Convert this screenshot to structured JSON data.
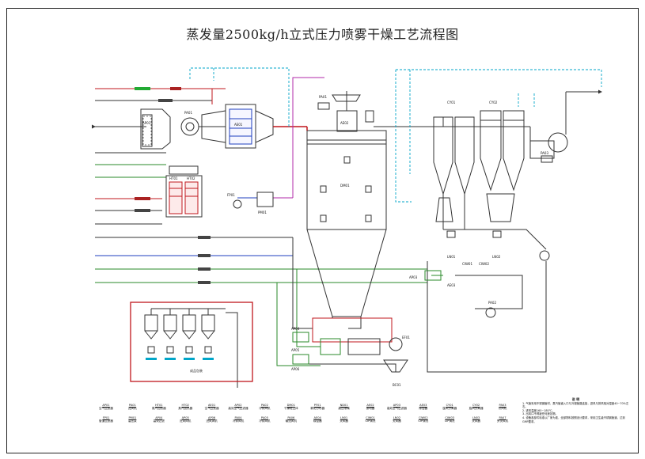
{
  "title": "蒸发量2500kg/h立式压力喷雾干燥工艺流程图",
  "packing_label": "成品包装",
  "equipment_labels": {
    "ap01": "AP01",
    "ap02": "AP02",
    "ap03": "AP03",
    "ap04": "AP04",
    "ap05": "AP05",
    "ap06": "AP06",
    "pa01": "PA01",
    "pa02": "PA02",
    "pa03": "PA03",
    "ht01": "HT01",
    "ht02": "HT02",
    "ae01": "AE01",
    "ae02": "AE02",
    "ae03": "AE03",
    "dm01": "DM01",
    "cy01": "CY01",
    "cy02": "CY02",
    "fp01": "FP01",
    "ln01": "LN01",
    "ln02": "LN02",
    "pm01": "PM01",
    "ef01": "EF01",
    "ciw01": "CIW01",
    "ciw02": "CIW02",
    "bc01": "BC01"
  },
  "legend": {
    "row1": [
      {
        "tag": "AP01",
        "name": "空气过滤器"
      },
      {
        "tag": "PA01",
        "name": "送风机"
      },
      {
        "tag": "HT01",
        "name": "蒸汽加热器"
      },
      {
        "tag": "HT02",
        "name": "蒸汽加热器"
      },
      {
        "tag": "AE01",
        "name": "空气过滤器"
      },
      {
        "tag": "AP02",
        "name": "高效空气过滤器"
      },
      {
        "tag": "PA02",
        "name": "冷却风机"
      },
      {
        "tag": "DM01",
        "name": "干燥塔主体"
      },
      {
        "tag": "PF01",
        "name": "雾化分布器"
      },
      {
        "tag": "ND01",
        "name": "高压喷嘴"
      },
      {
        "tag": "AE02",
        "name": "振动器"
      },
      {
        "tag": "AP03",
        "name": "高效空气过滤器"
      },
      {
        "tag": "AE03",
        "name": "除湿器"
      },
      {
        "tag": "CY01",
        "name": "旋风分离器"
      },
      {
        "tag": "CY02",
        "name": "旋风分离器"
      },
      {
        "tag": "PA03",
        "name": "引风机"
      }
    ],
    "row2": [
      {
        "tag": "FP01",
        "name": "管道过滤器"
      },
      {
        "tag": "PM01",
        "name": "高压泵"
      },
      {
        "tag": "AP04",
        "name": "高效过滤"
      },
      {
        "tag": "AP05",
        "name": "进风风机"
      },
      {
        "tag": "AP06",
        "name": "进风风机"
      },
      {
        "tag": "PA04",
        "name": "冷却风机"
      },
      {
        "tag": "PA05",
        "name": "冷却风机"
      },
      {
        "tag": "PA06",
        "name": "输送风机"
      },
      {
        "tag": "AE04",
        "name": "除湿器"
      },
      {
        "tag": "LN01",
        "name": "关风器"
      },
      {
        "tag": "CIW01",
        "name": "CIP清洗"
      },
      {
        "tag": "LN02",
        "name": "关风器"
      },
      {
        "tag": "CIW02",
        "name": "CIP清洗"
      },
      {
        "tag": "CIW03",
        "name": "CIP清洗"
      },
      {
        "tag": "LN03",
        "name": "关风器"
      },
      {
        "tag": "PA07",
        "name": "罗茨风机"
      }
    ]
  },
  "notes": {
    "title": "说 明",
    "items": [
      "1. 气管采用不锈钢管材，蒸汽管道入口与冷凝管路连接，进风与排风相对湿度40~70%左右。",
      "2. 进风温度160~180℃。",
      "3. 出风口不得被任何遮挡物。",
      "4. 设备各部件标准以厂家为准，全部物料按照设计要求，采用卫生级不锈钢管道，达到GMP要求。"
    ]
  },
  "colors": {
    "steam": "#c0171c",
    "air": "#2a8a2a",
    "exhaust": "#00a6c9",
    "product": "#b02aa8",
    "water": "#1f3fbf",
    "frame": "#222222"
  }
}
